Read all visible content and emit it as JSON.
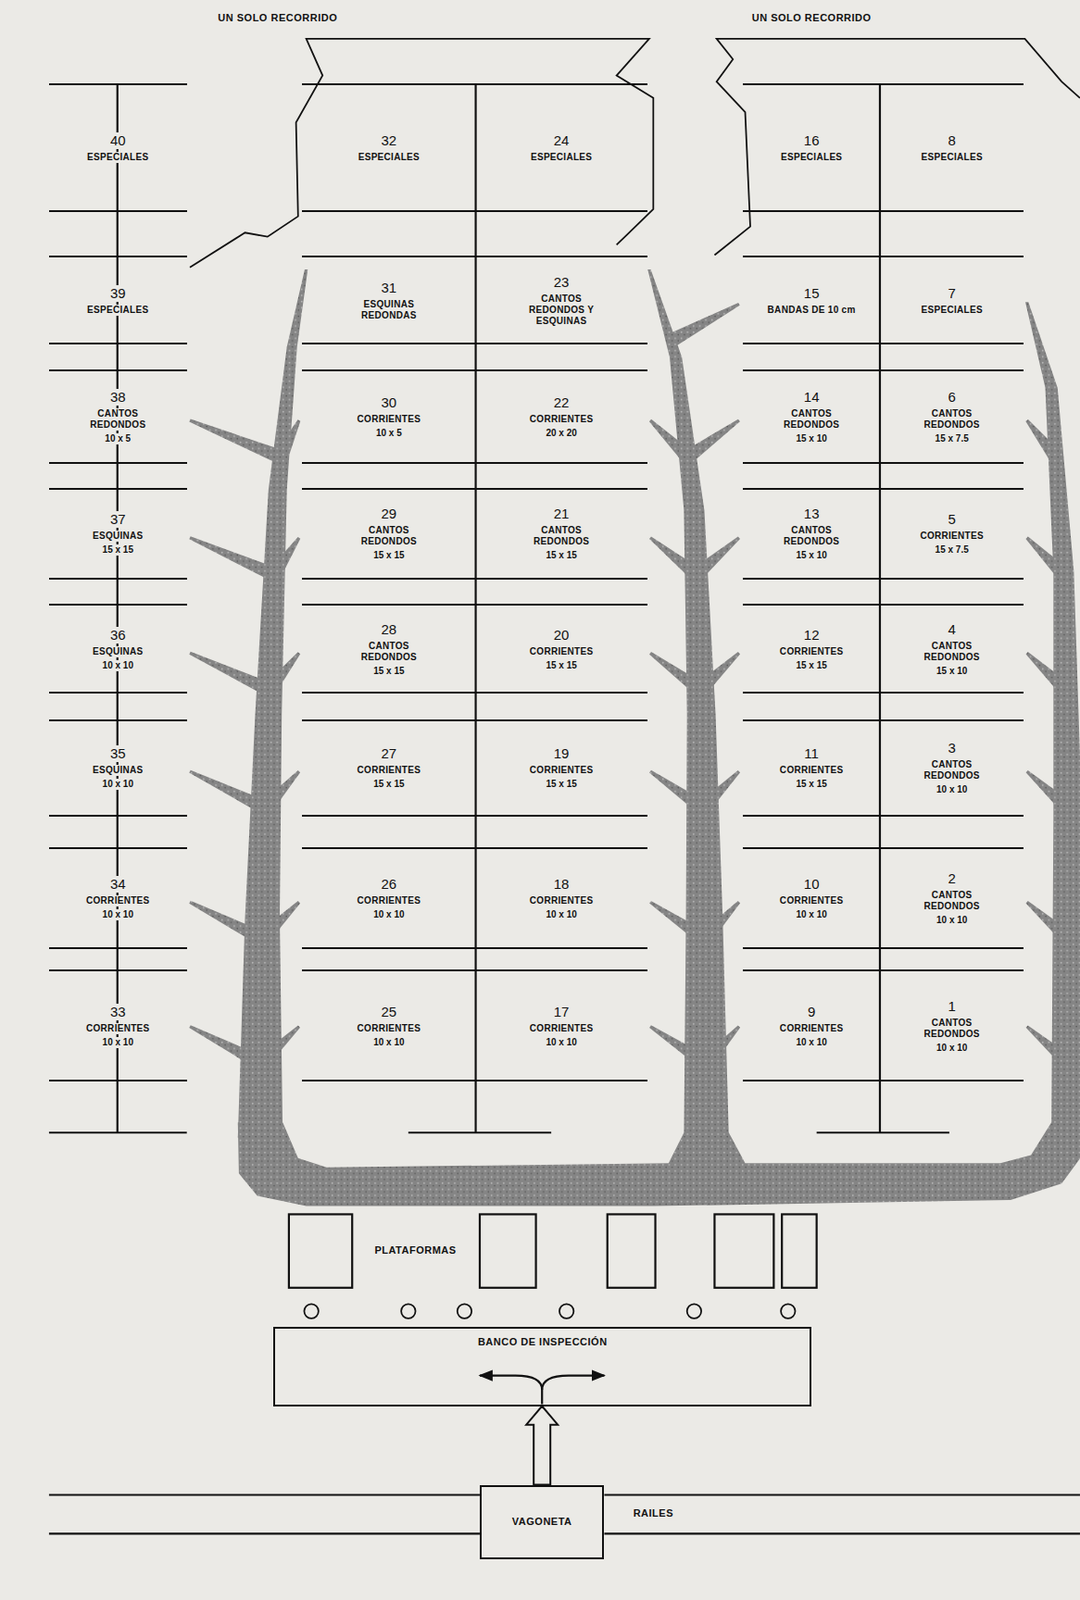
{
  "diagram": {
    "nodes": [
      {
        "text": [
          "40",
          "ESPECIALES"
        ]
      },
      {
        "text": [
          "32",
          "ESPECIALES"
        ]
      },
      {
        "text": [
          "24",
          "ESPECIALES"
        ]
      },
      {
        "text": [
          "16",
          "ESPECIALES"
        ]
      },
      {
        "text": [
          "8",
          "ESPECIALES"
        ]
      },
      {
        "text": [
          "39",
          "ESPECIALES"
        ]
      },
      {
        "text": [
          "31",
          "ESQUINAS REDONDAS"
        ]
      },
      {
        "text": [
          "23",
          "CANTOS REDONDOS Y ESQUINAS"
        ]
      },
      {
        "text": [
          "15",
          "BANDAS DE 10 cm"
        ]
      },
      {
        "text": [
          "7",
          "ESPECIALES"
        ]
      },
      {
        "text": [
          "38",
          "CANTOS REDONDOS",
          "10 x 5"
        ]
      },
      {
        "text": [
          "30",
          "CORRIENTES",
          "10 x 5"
        ]
      },
      {
        "text": [
          "22",
          "CORRIENTES",
          "20 x 20"
        ]
      },
      {
        "text": [
          "14",
          "CANTOS REDONDOS",
          "15 x 10"
        ]
      },
      {
        "text": [
          "6",
          "CANTOS REDONDOS",
          "15 x 7.5"
        ]
      },
      {
        "text": [
          "37",
          "ESQUINAS",
          "15 x 15"
        ]
      },
      {
        "text": [
          "29",
          "CANTOS REDONDOS",
          "15 x 15"
        ]
      },
      {
        "text": [
          "21",
          "CANTOS REDONDOS",
          "15 x 15"
        ]
      },
      {
        "text": [
          "13",
          "CANTOS REDONDOS",
          "15 x 10"
        ]
      },
      {
        "text": [
          "5",
          "CORRIENTES",
          "15 x 7.5"
        ]
      },
      {
        "text": [
          "36",
          "ESQUINAS",
          "10 x 10"
        ]
      },
      {
        "text": [
          "28",
          "CANTOS REDONDOS",
          "15 x 15"
        ]
      },
      {
        "text": [
          "20",
          "CORRIENTES",
          "15 x 15"
        ]
      },
      {
        "text": [
          "12",
          "CORRIENTES",
          "15 x 15"
        ]
      },
      {
        "text": [
          "4",
          "CANTOS REDONDOS",
          "15 x 10"
        ]
      },
      {
        "text": [
          "35",
          "ESQUINAS",
          "10 x 10"
        ]
      },
      {
        "text": [
          "27",
          "CORRIENTES",
          "15 x 15"
        ]
      },
      {
        "text": [
          "19",
          "CORRIENTES",
          "15 x 15"
        ]
      },
      {
        "text": [
          "11",
          "CORRIENTES",
          "15 x 15"
        ]
      },
      {
        "text": [
          "3",
          "CANTOS REDONDOS",
          "10 x 10"
        ]
      },
      {
        "text": [
          "34",
          "CORRIENTES",
          "10 x 10"
        ]
      },
      {
        "text": [
          "26",
          "CORRIENTES",
          "10 x 10"
        ]
      },
      {
        "text": [
          "18",
          "CORRIENTES",
          "10 x 10"
        ]
      },
      {
        "text": [
          "10",
          "CORRIENTES",
          "10 x 10"
        ]
      },
      {
        "text": [
          "2",
          "CANTOS REDONDOS",
          "10 x 10"
        ]
      },
      {
        "text": [
          "33",
          "CORRIENTES",
          "10 x 10"
        ]
      },
      {
        "text": [
          "25",
          "CORRIENTES",
          "10 x 10"
        ]
      },
      {
        "text": [
          "17",
          "CORRIENTES",
          "10 x 10"
        ]
      },
      {
        "text": [
          "9",
          "CORRIENTES",
          "10 x 10"
        ]
      },
      {
        "text": [
          "1",
          "CANTOS REDONDOS",
          "10 x 10"
        ]
      },
      {
        "text": [
          "BANCO DE INSPECCIÓN"
        ]
      },
      {
        "text": [
          "VAGONETA"
        ]
      }
    ],
    "edges": [
      {
        "from": 41,
        "to": 40,
        "arrow": "to"
      }
    ],
    "labels": [
      "UN SOLO RECORRIDO",
      "UN SOLO RECORRIDO",
      "PLATAFORMAS",
      "RAILES"
    ]
  }
}
